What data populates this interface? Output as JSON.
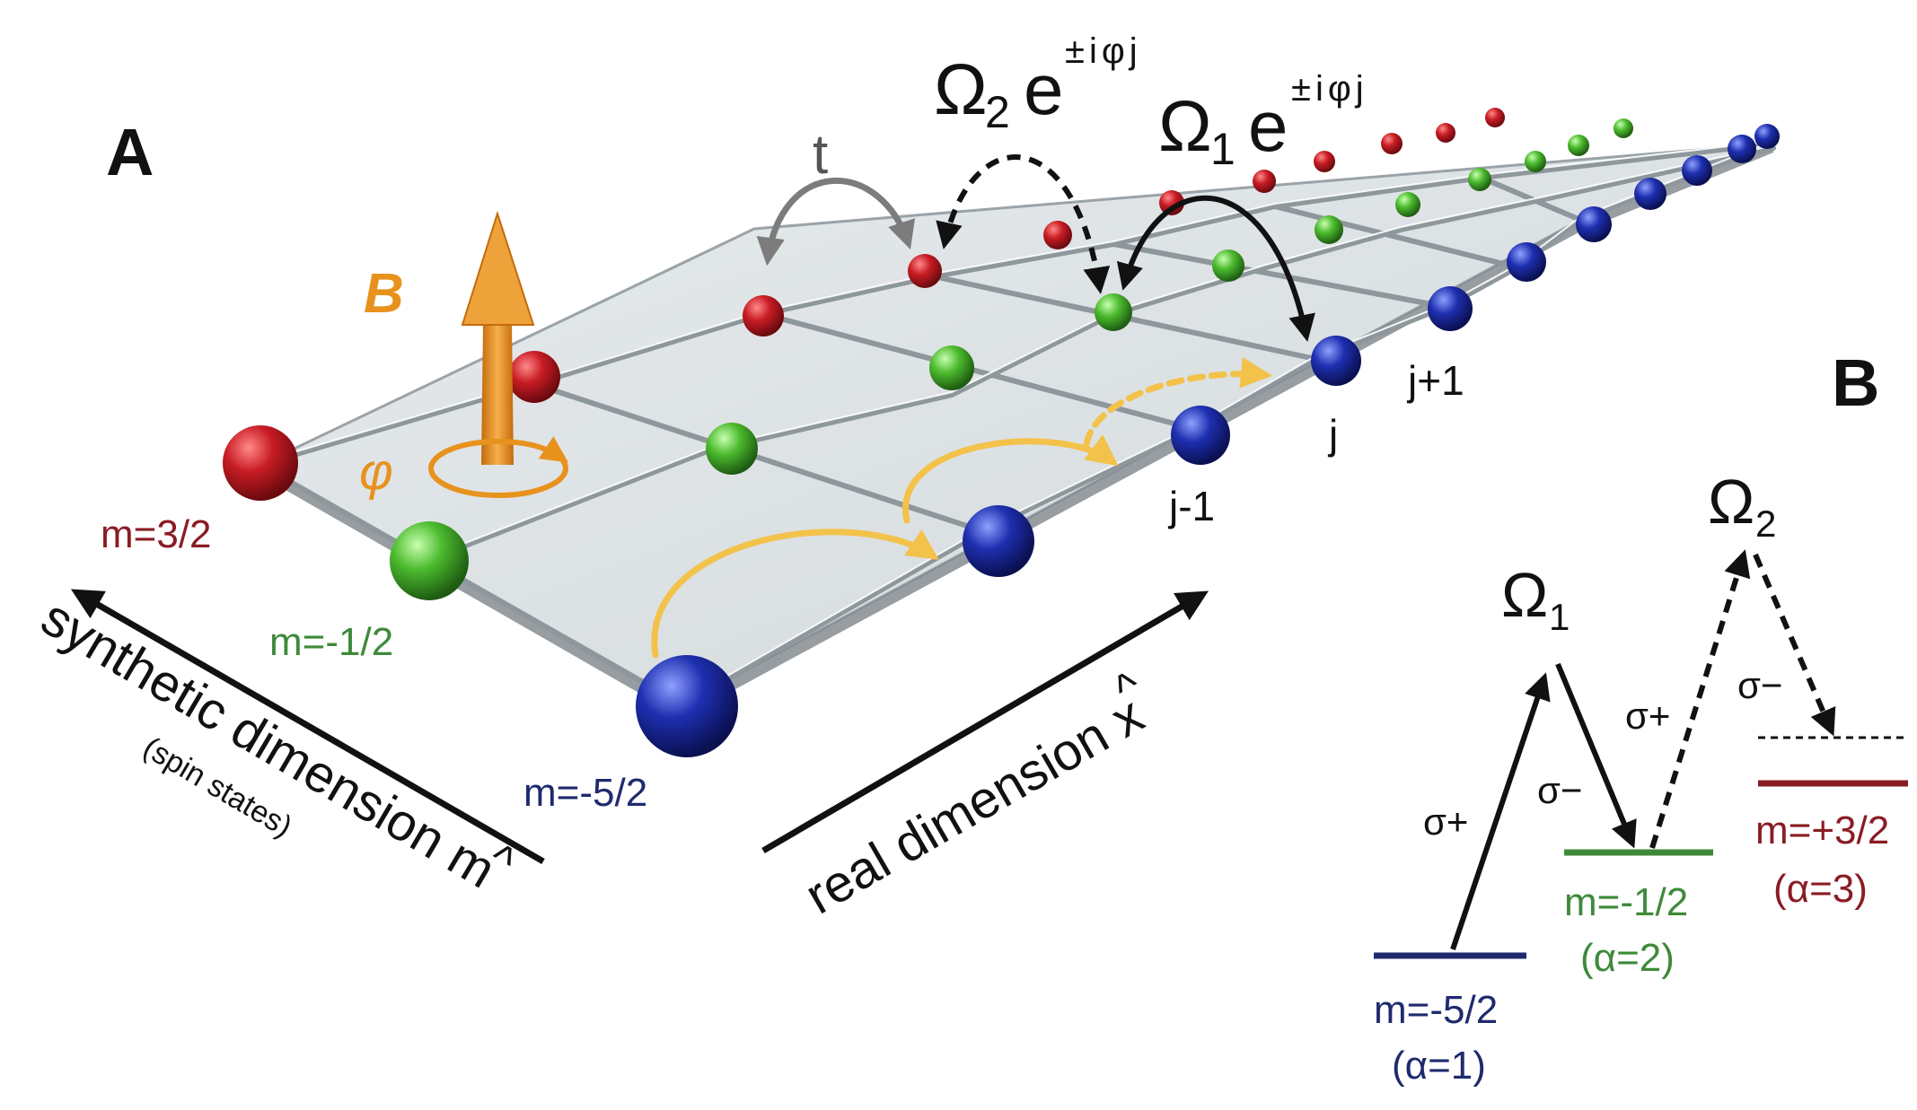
{
  "panel_a": {
    "label": "A",
    "field_label": "B",
    "phase_label": "φ",
    "hop_t": "t",
    "omega2_main": "Ω",
    "omega2_sub": "2",
    "omega2_exp": "e",
    "omega2_exp_sup": "±iφj",
    "omega1_main": "Ω",
    "omega1_sub": "1",
    "omega1_exp": "e",
    "omega1_exp_sup": "±iφj",
    "m_top": "m=3/2",
    "m_mid": "m=-1/2",
    "m_bot": "m=-5/2",
    "site_jm1": "j-1",
    "site_j": "j",
    "site_jp1": "j+1",
    "axis_synthetic": "synthetic dimension m",
    "axis_synthetic_hat": "^",
    "axis_synthetic_sub": "(spin states)",
    "axis_real": "real dimension x",
    "axis_real_hat": "^"
  },
  "panel_b": {
    "label": "B",
    "omega1_main": "Ω",
    "omega1_sub": "1",
    "omega2_main": "Ω",
    "omega2_sub": "2",
    "sigma_plus_1": "σ+",
    "sigma_minus_1": "σ−",
    "sigma_plus_2": "σ+",
    "sigma_minus_2": "σ−",
    "level1_m": "m=-5/2",
    "level1_alpha": "(α=1)",
    "level2_m": "m=-1/2",
    "level2_alpha": "(α=2)",
    "level3_m": "m=+3/2",
    "level3_alpha": "(α=3)"
  },
  "colors": {
    "red": "#b3121b",
    "green": "#3a9b2e",
    "blue": "#1b2a8e",
    "orange": "#e8921e",
    "gray_arrow": "#7c7c7c",
    "label_red": "#8a1c24",
    "label_green": "#3e8a3a",
    "label_blue": "#1f2a6e"
  }
}
